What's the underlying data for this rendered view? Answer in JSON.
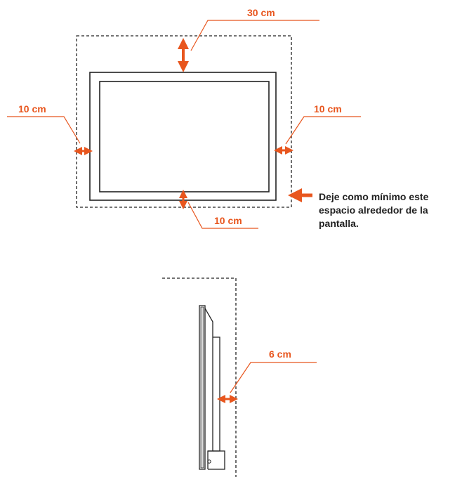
{
  "colors": {
    "accent": "#e8561e",
    "line": "#222222",
    "bezel_fill": "#d9d9d9"
  },
  "front_view": {
    "top_clearance": "30 cm",
    "left_clearance": "10 cm",
    "right_clearance": "10 cm",
    "bottom_clearance": "10 cm",
    "note_lines": [
      "Deje como mínimo este",
      "espacio alrededor de la",
      "pantalla."
    ]
  },
  "side_view": {
    "wall_clearance": "6 cm"
  }
}
